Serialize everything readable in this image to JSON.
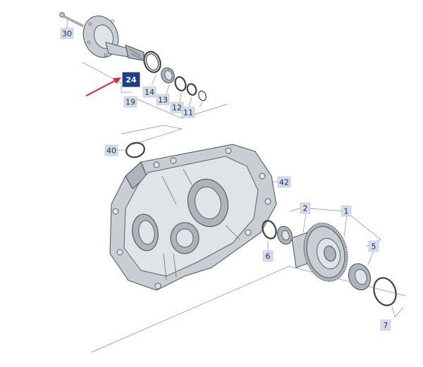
{
  "callouts": [
    {
      "id": "c30",
      "label": "30"
    },
    {
      "id": "c24",
      "label": "24",
      "highlighted": true
    },
    {
      "id": "c14",
      "label": "14"
    },
    {
      "id": "c13",
      "label": "13"
    },
    {
      "id": "c12",
      "label": "12"
    },
    {
      "id": "c11",
      "label": "11"
    },
    {
      "id": "c19",
      "label": "19"
    },
    {
      "id": "c40",
      "label": "40"
    },
    {
      "id": "c42",
      "label": "42"
    },
    {
      "id": "c2",
      "label": "2"
    },
    {
      "id": "c1",
      "label": "1"
    },
    {
      "id": "c6",
      "label": "6"
    },
    {
      "id": "c5",
      "label": "5"
    },
    {
      "id": "c7",
      "label": "7"
    }
  ],
  "colors": {
    "callout_fill": "#d3dcea",
    "callout_highlight_fill": "#1e3f8a",
    "pointer_arrow": "#e8262a",
    "part_metal": "#c9ced4",
    "outline": "#585d63"
  },
  "icons": {
    "pointer": "red-arrow-icon"
  }
}
